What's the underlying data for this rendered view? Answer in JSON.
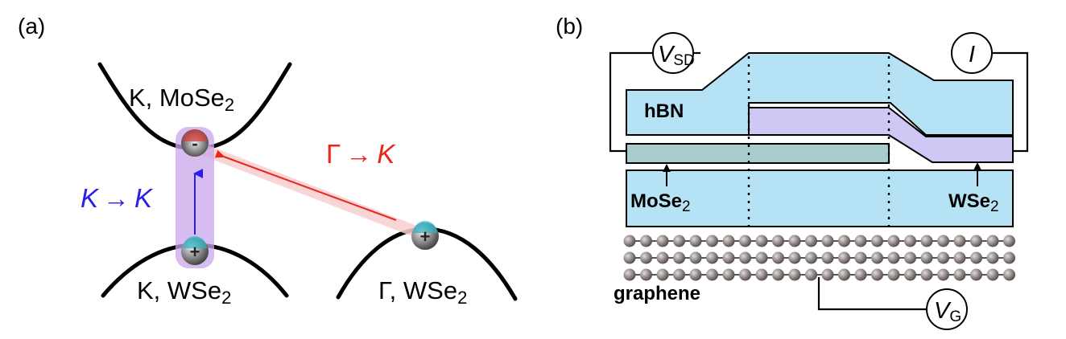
{
  "panel_a": {
    "label": "(a)",
    "bands": {
      "k_mose2": {
        "text": "K, MoSe",
        "sub": "2"
      },
      "k_wse2": {
        "text": "K, WSe",
        "sub": "2"
      },
      "gamma_wse2": {
        "text": "Γ, WSe",
        "sub": "2"
      }
    },
    "transitions": {
      "k_to_k": {
        "from": "K",
        "arrow": "→",
        "to": "K",
        "color": "#2a1fe6"
      },
      "gamma_to_k": {
        "from": "Γ",
        "arrow": "→",
        "to": "K",
        "color": "#e8261c"
      }
    },
    "carriers": {
      "electron_sign": "-",
      "hole_sign": "+"
    },
    "colors": {
      "intralayer_band": "#c9a6ea",
      "interlayer_band": "#f7cfcf"
    }
  },
  "panel_b": {
    "label": "(b)",
    "meters": {
      "vsd": {
        "main": "V",
        "sub": "SD"
      },
      "current": {
        "main": "I"
      },
      "vg": {
        "main": "V",
        "sub": "G"
      }
    },
    "layers": {
      "hbn": "hBN",
      "mose2": {
        "text": "MoSe",
        "sub": "2"
      },
      "wse2": {
        "text": "WSe",
        "sub": "2"
      },
      "graphene": "graphene"
    },
    "colors": {
      "hbn": "#b5e3f5",
      "wse2": "#cfc8f5",
      "mose2": "#a8cccc",
      "graphene_atom": "#8a8280"
    }
  }
}
